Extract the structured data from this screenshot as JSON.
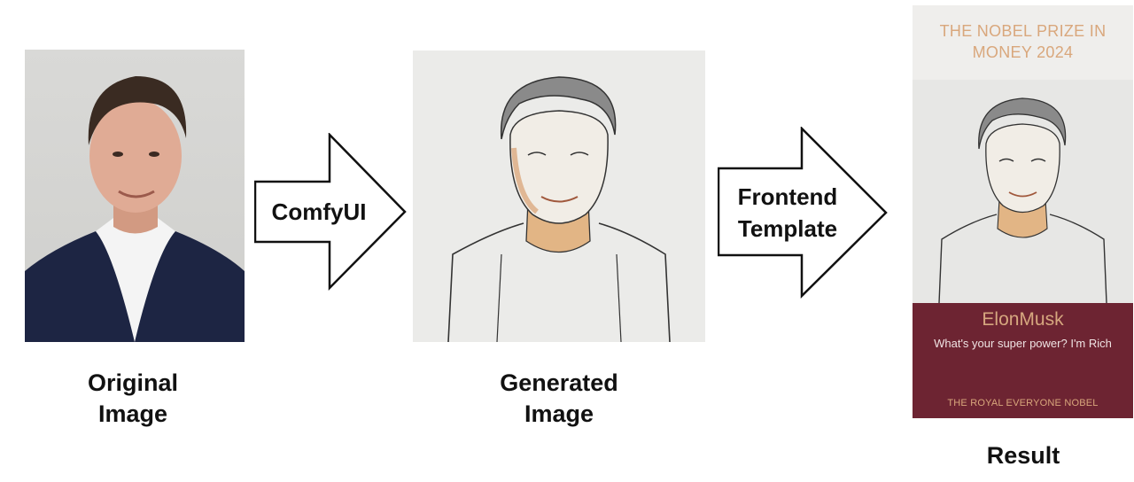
{
  "steps": {
    "original_caption": "Original\nImage",
    "generated_caption": "Generated\nImage",
    "result_caption": "Result"
  },
  "arrows": {
    "first_label": "ComfyUI",
    "second_label": "Frontend\nTemplate"
  },
  "poster": {
    "heading": "THE NOBEL PRIZE IN\nMONEY 2024",
    "name": "ElonMusk",
    "tagline": "What's your super power? I'm Rich",
    "footer": "THE ROYAL EVERYONE NOBEL"
  },
  "colors": {
    "poster_accent": "#d9a77c",
    "poster_band": "#6d2432"
  }
}
